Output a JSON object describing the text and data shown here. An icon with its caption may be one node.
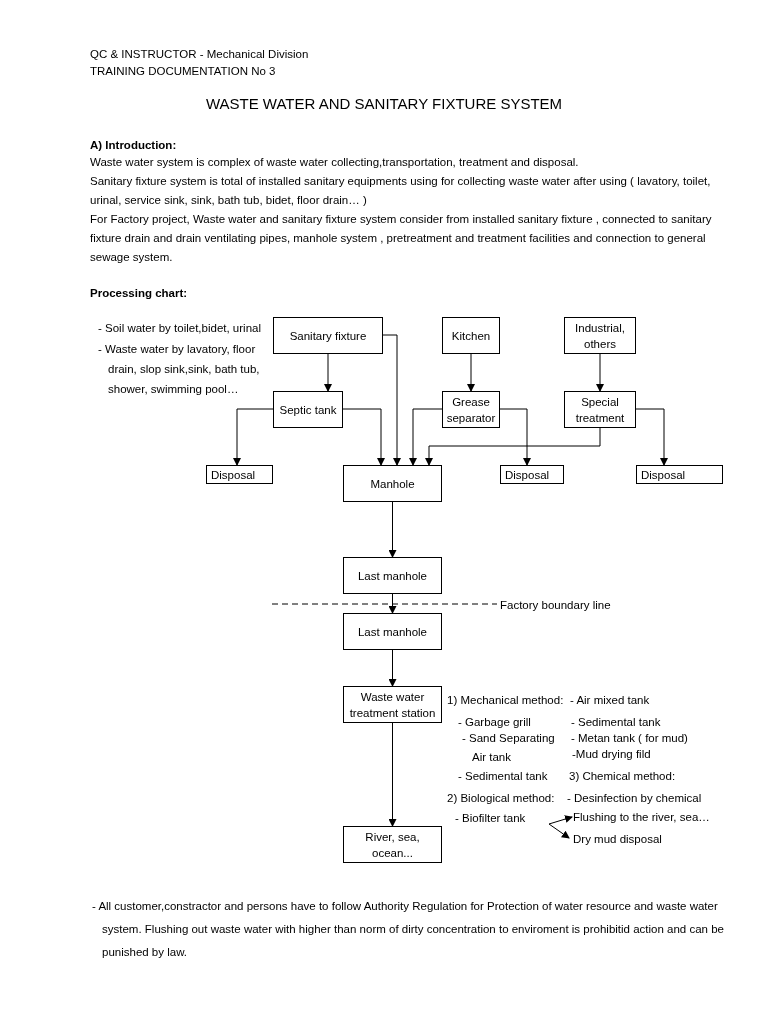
{
  "diagram": {
    "title": "WASTE WATER AND SANITARY FIXTURE SYSTEM",
    "nodes": [
      {
        "text": [
          "Sanitary fixture"
        ]
      },
      {
        "text": [
          "Kitchen"
        ]
      },
      {
        "text": [
          "Industrial, others"
        ]
      },
      {
        "text": [
          "Septic tank"
        ]
      },
      {
        "text": [
          "Grease separator"
        ]
      },
      {
        "text": [
          "Special treatment"
        ]
      },
      {
        "text": [
          "Disposal"
        ]
      },
      {
        "text": [
          "Manhole"
        ]
      },
      {
        "text": [
          "Disposal"
        ]
      },
      {
        "text": [
          "Disposal"
        ]
      },
      {
        "text": [
          "Last manhole"
        ]
      },
      {
        "text": [
          "Last manhole"
        ]
      },
      {
        "text": [
          "Waste water treatment station"
        ]
      },
      {
        "text": [
          "River, sea, ocean..."
        ]
      },
      {
        "text": [
          "Flushing to the river, sea…"
        ]
      },
      {
        "text": [
          "Dry mud disposal"
        ]
      }
    ],
    "edges": [
      {
        "from": 0,
        "to": 3,
        "arrow": "to"
      },
      {
        "from": 0,
        "to": 7,
        "arrow": "to"
      },
      {
        "from": 1,
        "to": 4,
        "arrow": "to"
      },
      {
        "from": 2,
        "to": 5,
        "arrow": "to"
      },
      {
        "from": 3,
        "to": 6,
        "arrow": "to"
      },
      {
        "from": 3,
        "to": 7,
        "arrow": "to"
      },
      {
        "from": 4,
        "to": 7,
        "arrow": "to"
      },
      {
        "from": 4,
        "to": 8,
        "arrow": "to"
      },
      {
        "from": 5,
        "to": 7,
        "arrow": "to"
      },
      {
        "from": 5,
        "to": 9,
        "arrow": "to"
      },
      {
        "from": 7,
        "to": 10,
        "arrow": "to"
      },
      {
        "from": 10,
        "to": 11,
        "arrow": "to"
      },
      {
        "from": 11,
        "to": 12,
        "arrow": "to"
      },
      {
        "from": 12,
        "to": 13,
        "arrow": "to"
      },
      {
        "from": null,
        "to": 14,
        "arrow": "to"
      },
      {
        "from": null,
        "to": 15,
        "arrow": "to"
      }
    ],
    "labels": [
      "QC & INSTRUCTOR - Mechanical Division",
      "TRAINING DOCUMENTATION No 3",
      "A) Introduction:",
      "Waste water system is complex of waste water collecting,transportation, treatment and disposal.",
      "Sanitary fixture system is total of  installed sanitary equipments using for collecting waste water after using ( lavatory, toilet, urinal, service sink, sink, bath tub, bidet, floor drain… )",
      "For Factory project, Waste water and sanitary fixture system consider from installed sanitary fixture , connected to sanitary fixture  drain and  drain ventilating pipes, manhole system , pretreatment and treatment facilities  and connection to general sewage system.",
      "Processing chart:",
      "- Soil water by toilet,bidet, urinal",
      "- Waste water by lavatory, floor drain, slop sink,sink, bath tub, shower, swimming pool…",
      "Factory boundary line",
      "1) Mechanical method:",
      "- Air mixed tank",
      "- Garbage grill",
      "- Sedimental tank",
      "-  Sand Separating Air tank",
      "- Metan tank ( for mud)",
      "-Mud drying fild",
      "- Sedimental tank",
      "3) Chemical method:",
      "2) Biological method:",
      "- Desinfection by chemical",
      "- Biofilter tank",
      "- All customer,constractor and persons have to follow Authority Regulation for Protection of water resource and waste water system. Flushing out waste water with higher than norm of dirty concentration to enviroment is prohibitid action and can be punished by law."
    ]
  }
}
